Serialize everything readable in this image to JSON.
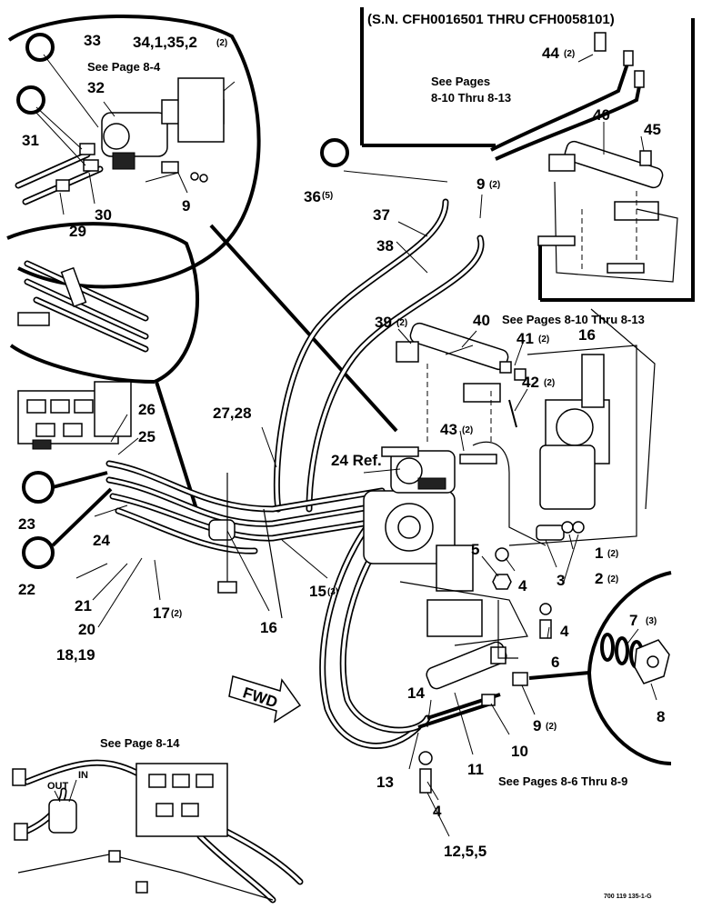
{
  "serial_header": "(S.N. CFH0016501 THRU CFH0058101)",
  "notes": {
    "see_page_8_4": "See Page 8-4",
    "see_pages_top_1": "See Pages",
    "see_pages_top_2": "8-10 Thru 8-13",
    "see_pages_40": "See Pages 8-10 Thru 8-13",
    "see_page_8_14": "See Page 8-14",
    "see_pages_8_6": "See Pages 8-6 Thru 8-9",
    "fwd": "FWD",
    "out": "OUT",
    "in": "IN",
    "figure_id": "700 119 135-1-G"
  },
  "callouts": {
    "c33": "33",
    "c34": "34,1,35,2",
    "c34q": "(2)",
    "c32": "32",
    "c31": "31",
    "c29": "29",
    "c30": "30",
    "c9a": "9",
    "c36": "36",
    "c36q": "(5)",
    "c9b": "9",
    "c9bq": "(2)",
    "c37": "37",
    "c38": "38",
    "c44": "44",
    "c44q": "(2)",
    "c40a": "40",
    "c45": "45",
    "c39": "39",
    "c39q": "(2)",
    "c40b": "40",
    "c41": "41",
    "c41q": "(2)",
    "c16a": "16",
    "c42": "42",
    "c42q": "(2)",
    "c26": "26",
    "c25": "25",
    "c27": "27,28",
    "c24ref": "24 Ref.",
    "c43": "43",
    "c43q": "(2)",
    "c23": "23",
    "c24": "24",
    "c22": "22",
    "c21": "21",
    "c20": "20",
    "c18": "18,19",
    "c17": "17",
    "c17q": "(2)",
    "c16b": "16",
    "c15": "15",
    "c15q": "(3)",
    "c5": "5",
    "c4a": "4",
    "c3": "3",
    "c1": "1",
    "c1q": "(2)",
    "c2": "2",
    "c2q": "(2)",
    "c7": "7",
    "c7q": "(3)",
    "c4b": "4",
    "c6": "6",
    "c8": "8",
    "c14": "14",
    "c9c": "9",
    "c9cq": "(2)",
    "c10": "10",
    "c11": "11",
    "c13": "13",
    "c4c": "4",
    "c12": "12,5,5"
  }
}
